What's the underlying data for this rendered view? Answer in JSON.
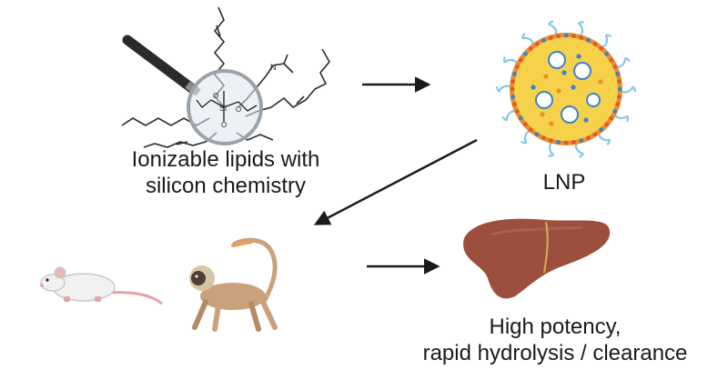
{
  "labels": {
    "lipid_line1": "Ionizable lipids with",
    "lipid_line2": "silicon chemistry",
    "lnp": "LNP",
    "outcome_line1": "High potency,",
    "outcome_line2": "rapid hydrolysis / clearance"
  },
  "molecule_atoms": {
    "silicon": "Si",
    "oxygen": "O",
    "nitrogen": "N"
  },
  "colors": {
    "lnp_core": "#f6d24a",
    "lnp_dots_outer": "#e8902c",
    "lnp_dots_inner": "#3f82c8",
    "lnp_strands": "#86c7e6",
    "liver": "#9b4f3c",
    "mouse": "#f1f1f1",
    "monkey": "#c9a27c",
    "arrow": "#1a1a1a"
  },
  "icons": [
    "magnifying-glass-icon",
    "lipid-molecule-icon",
    "lnp-particle-icon",
    "mouse-icon",
    "monkey-icon",
    "liver-icon"
  ]
}
